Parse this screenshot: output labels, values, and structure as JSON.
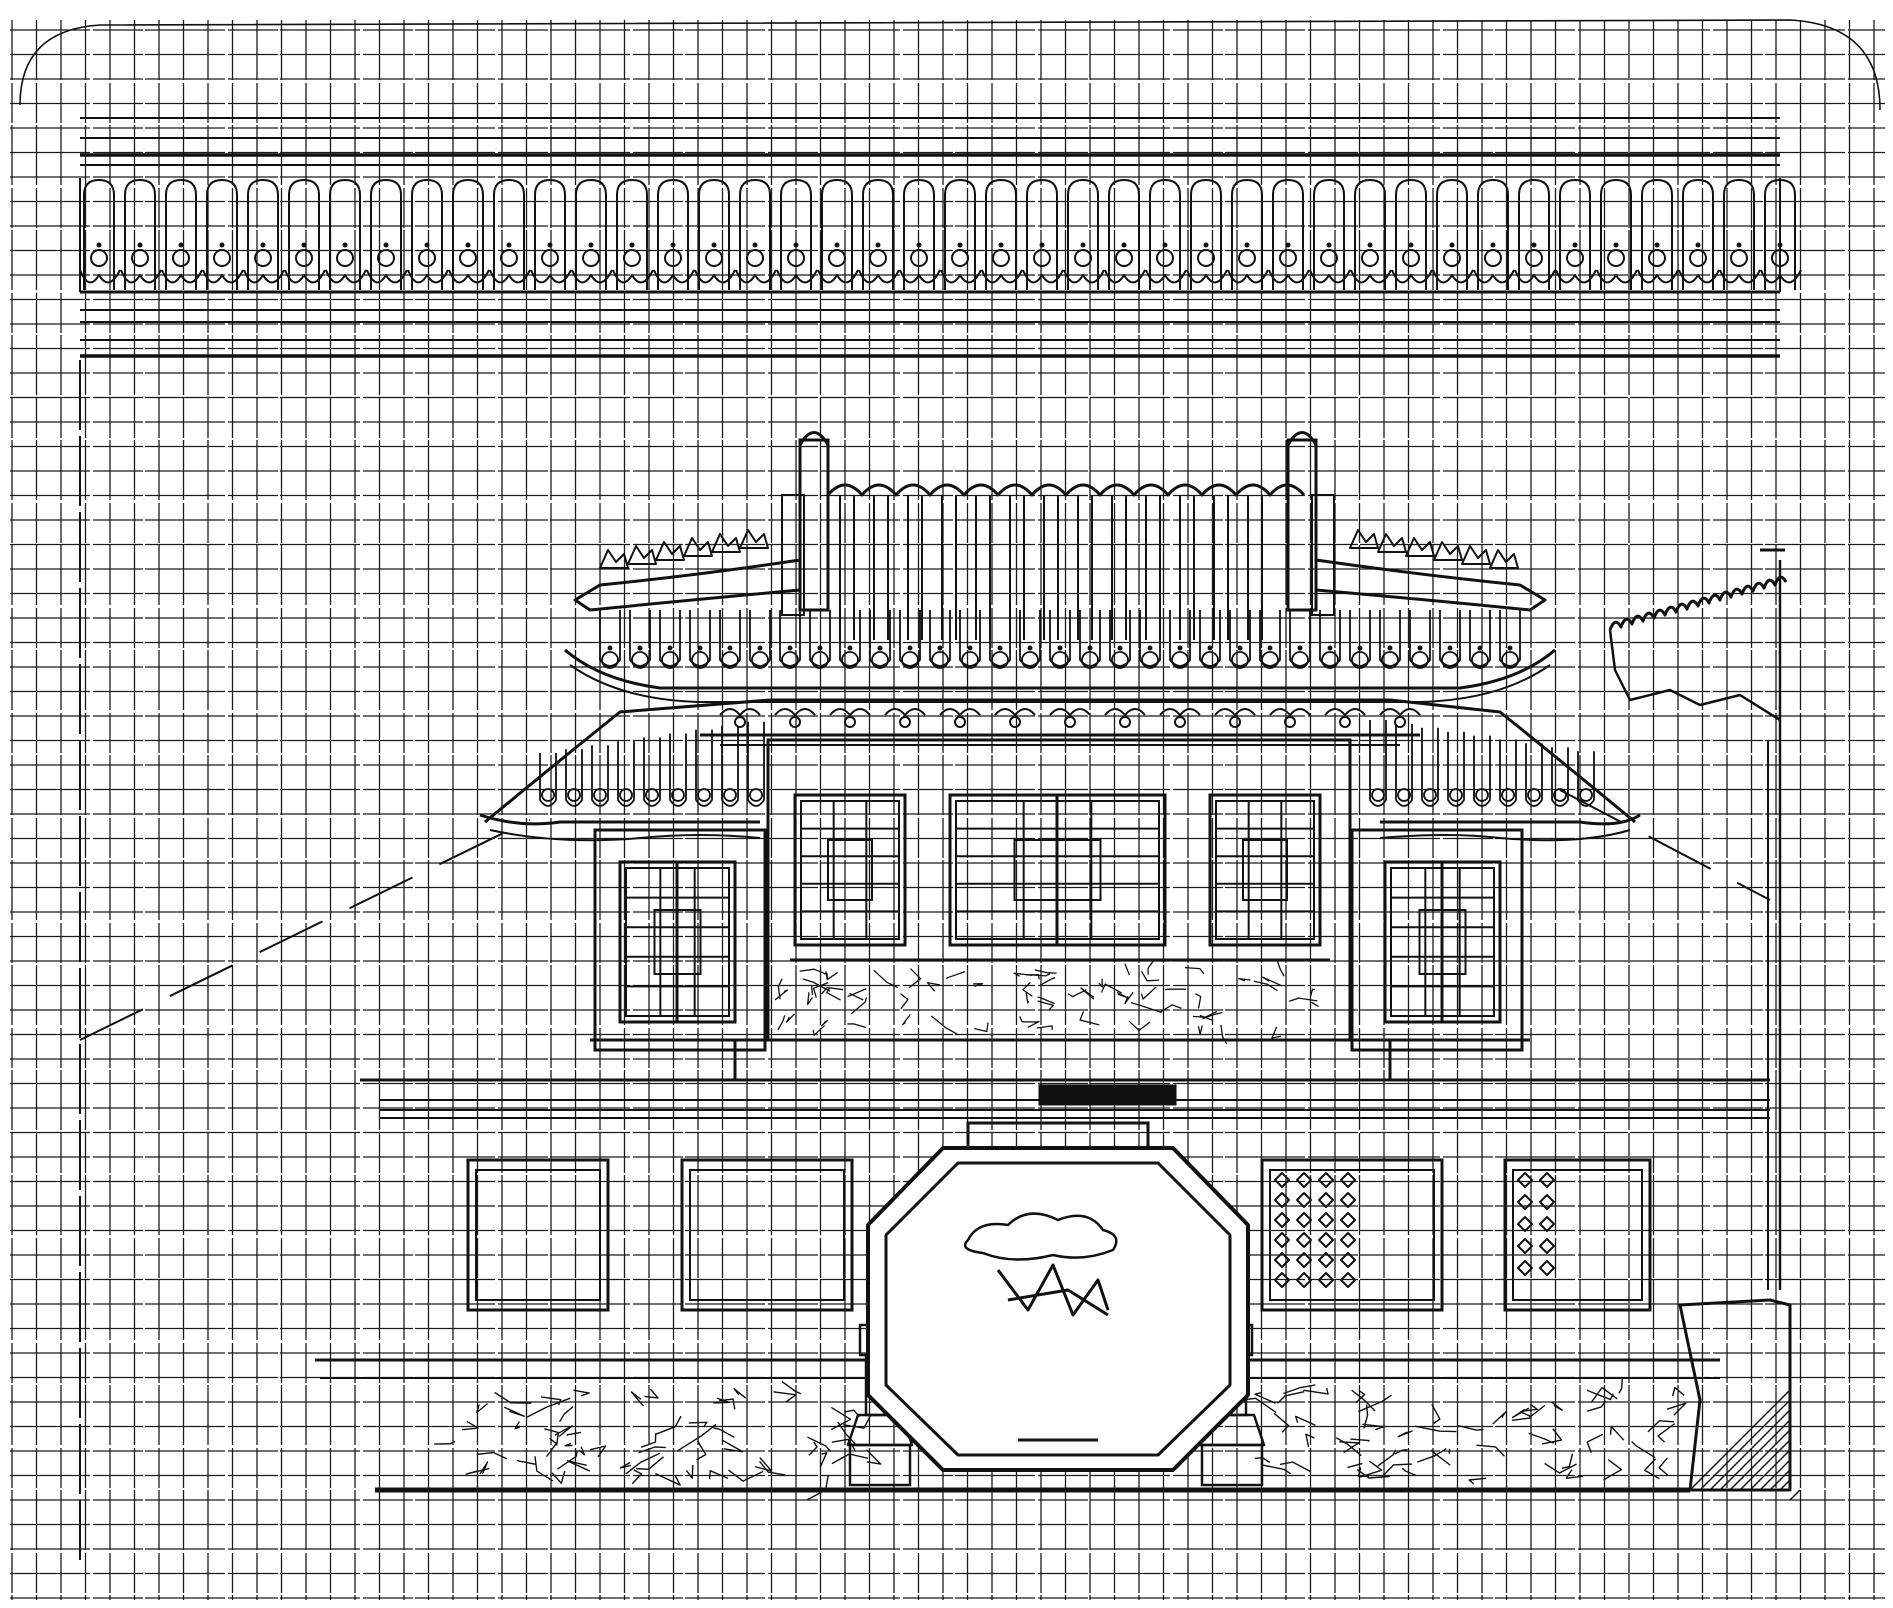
{
  "sheet": {
    "type": "architectural elevation drawing on grid paper",
    "grid_color": "#1a1a1a",
    "ink_color": "#111111",
    "paper_color": "#ffffff"
  },
  "signboard_text": "",
  "elements": [
    "grid-paper",
    "wall-coping-strip",
    "pavilion-upper-roof",
    "pavilion-lower-roof",
    "lattice-windows",
    "building-base-platform",
    "octagonal-moon-gate",
    "wall-panels",
    "stone-plinth",
    "adjacent-roof-fragment",
    "hatched-wall-section",
    "sight-lines"
  ]
}
